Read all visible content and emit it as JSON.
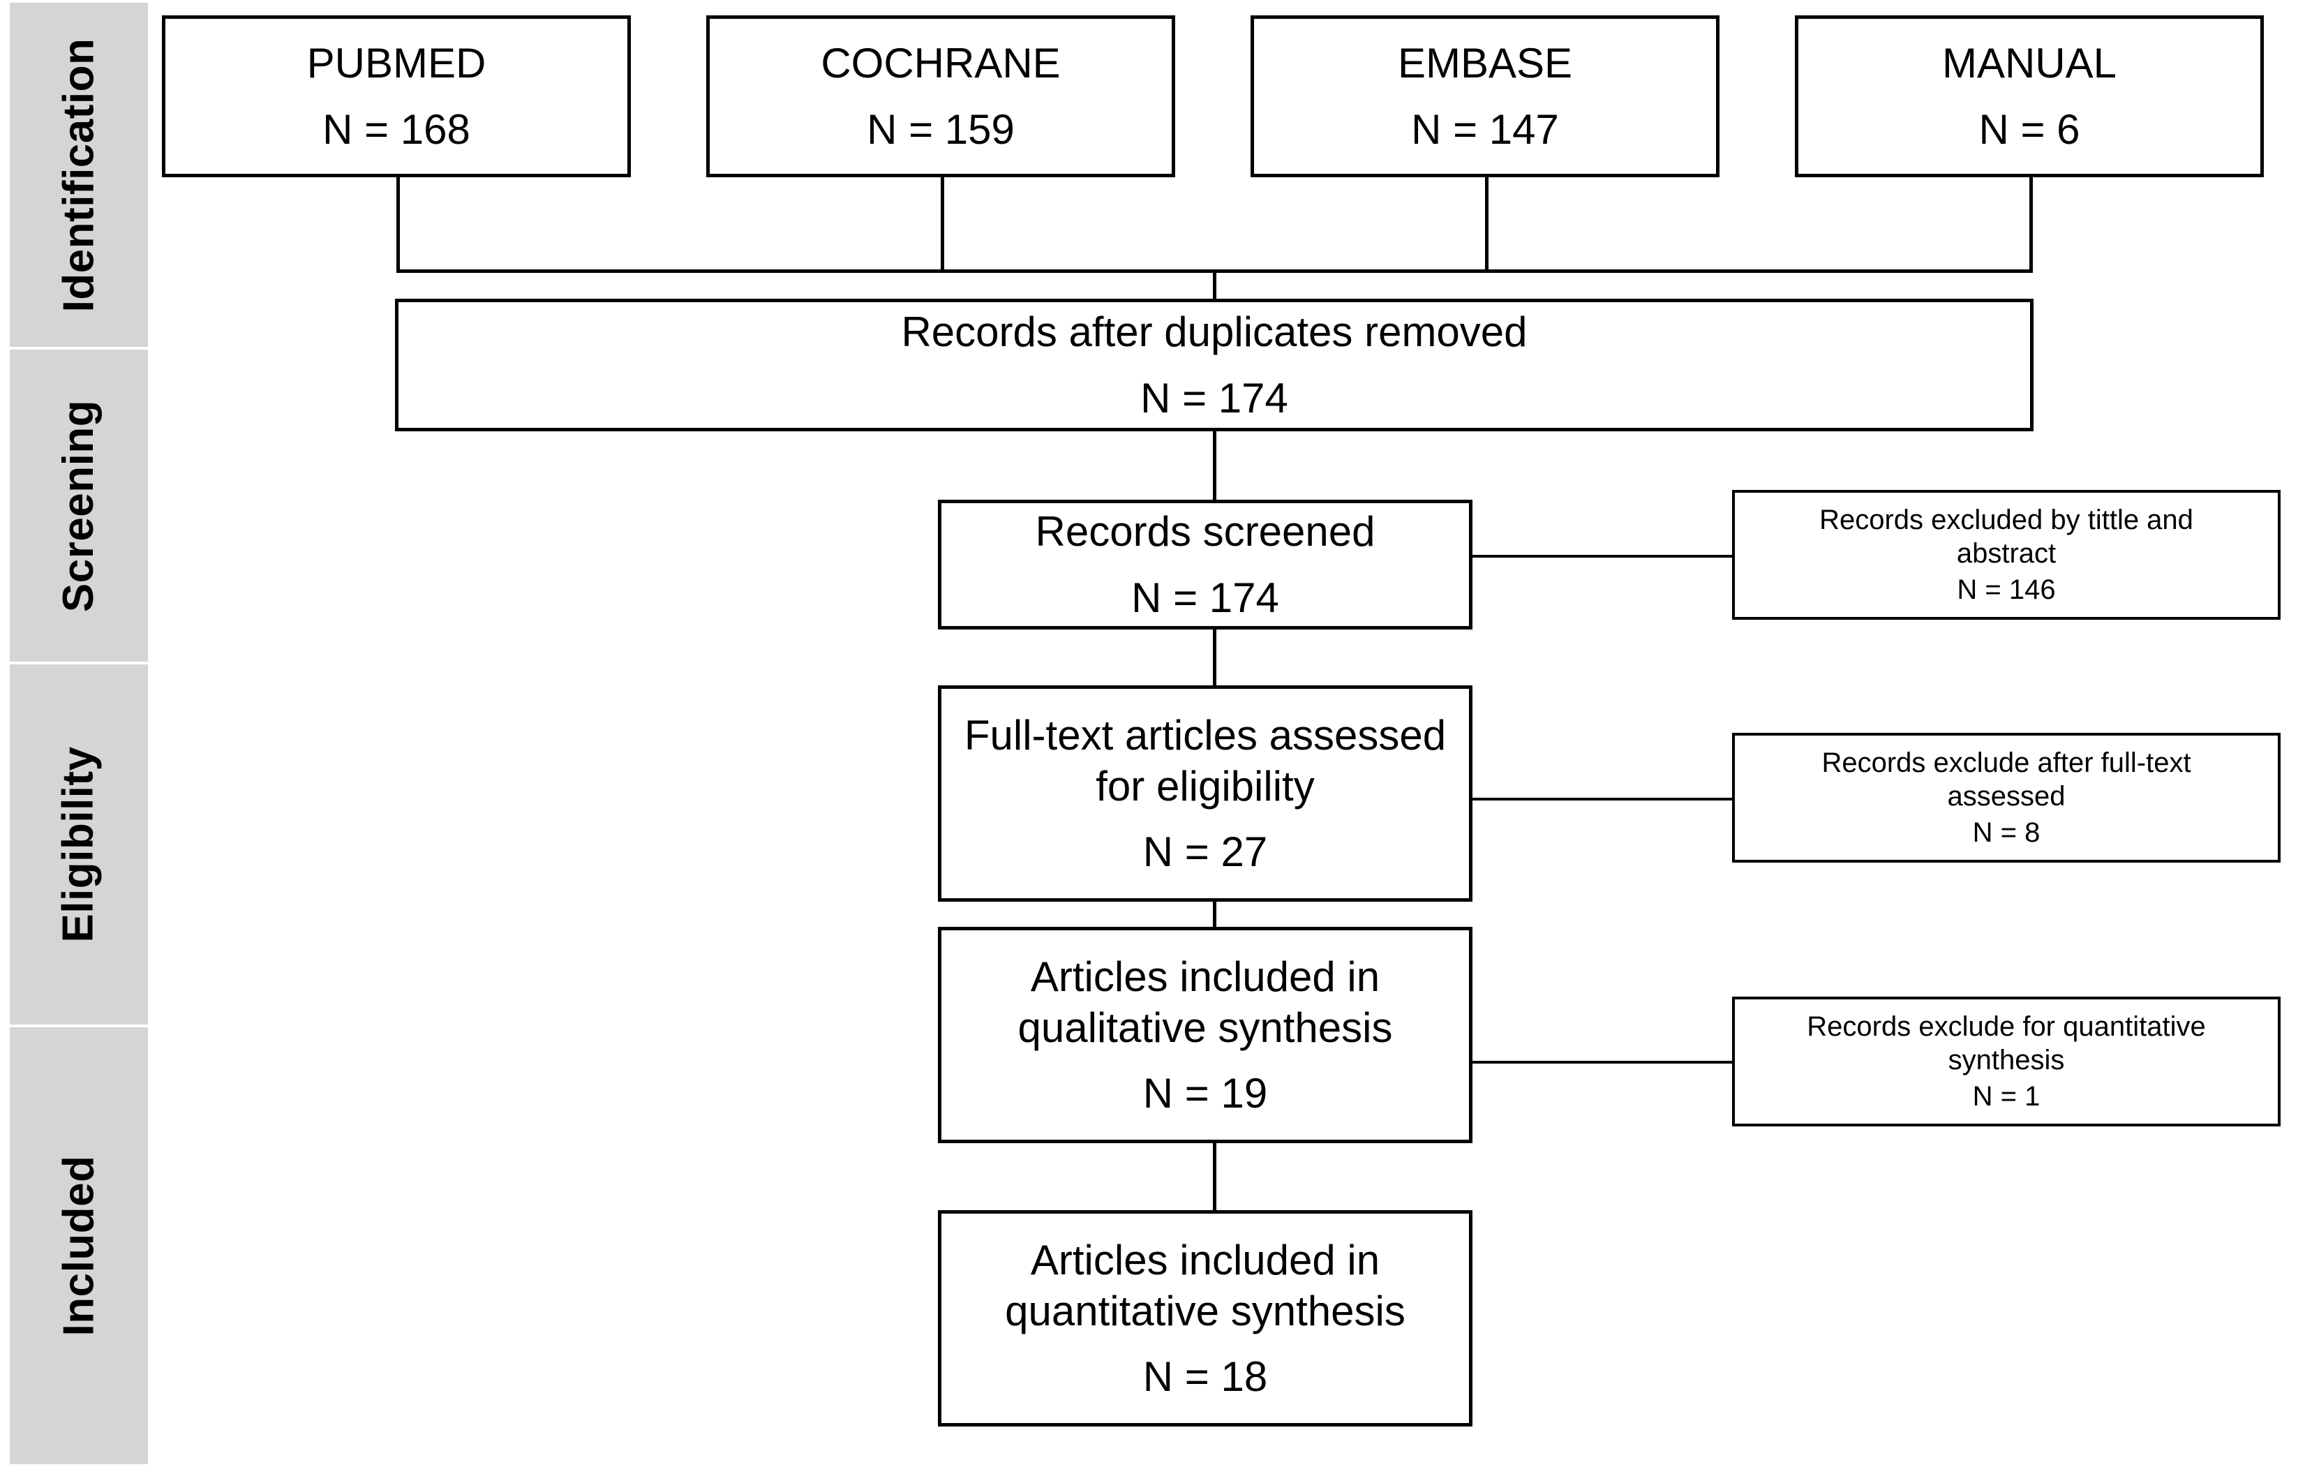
{
  "figure": {
    "type": "prisma-flow-diagram",
    "stage_bg_color": "#d5d5d5",
    "box_border_color": "#000000",
    "background_color": "#ffffff"
  },
  "stages": [
    {
      "id": "identification",
      "label": "Identification"
    },
    {
      "id": "screening",
      "label": "Screening"
    },
    {
      "id": "eligibility",
      "label": "Eligibility"
    },
    {
      "id": "included",
      "label": "Included"
    }
  ],
  "sources": [
    {
      "id": "pubmed",
      "title": "PUBMED",
      "count": "N = 168"
    },
    {
      "id": "cochrane",
      "title": "COCHRANE",
      "count": "N = 159"
    },
    {
      "id": "embase",
      "title": "EMBASE",
      "count": "N = 147"
    },
    {
      "id": "manual",
      "title": "MANUAL",
      "count": "N = 6"
    }
  ],
  "flow": {
    "duplicates_removed": {
      "line1": "Records after duplicates removed",
      "count": "N = 174"
    },
    "records_screened": {
      "line1": "Records screened",
      "count": "N = 174"
    },
    "full_text_assessed": {
      "line1": "Full-text articles assessed",
      "line2": "for eligibility",
      "count": "N = 27"
    },
    "qualitative_synthesis": {
      "line1": "Articles included in",
      "line2": "qualitative synthesis",
      "count": "N = 19"
    },
    "quantitative_synthesis": {
      "line1": "Articles included in",
      "line2": "quantitative synthesis",
      "count": "N = 18"
    }
  },
  "exclusions": [
    {
      "id": "excluded-title-abstract",
      "line1": "Records excluded by tittle and",
      "line2": "abstract",
      "count": "N = 146"
    },
    {
      "id": "excluded-full-text",
      "line1": "Records exclude after full-text",
      "line2": "assessed",
      "count": "N = 8"
    },
    {
      "id": "excluded-quantitative",
      "line1": "Records exclude for quantitative",
      "line2": "synthesis",
      "count": "N = 1"
    }
  ],
  "chart_data": {
    "type": "diagram",
    "title": "PRISMA study selection flow",
    "nodes": [
      {
        "stage": "Identification",
        "label": "PUBMED",
        "n": 168
      },
      {
        "stage": "Identification",
        "label": "COCHRANE",
        "n": 159
      },
      {
        "stage": "Identification",
        "label": "EMBASE",
        "n": 147
      },
      {
        "stage": "Identification",
        "label": "MANUAL",
        "n": 6
      },
      {
        "stage": "Identification",
        "label": "Records after duplicates removed",
        "n": 174
      },
      {
        "stage": "Screening",
        "label": "Records screened",
        "n": 174
      },
      {
        "stage": "Screening",
        "label": "Records excluded by tittle and abstract",
        "n": 146
      },
      {
        "stage": "Eligibility",
        "label": "Full-text articles assessed for eligibility",
        "n": 27
      },
      {
        "stage": "Eligibility",
        "label": "Records exclude after full-text assessed",
        "n": 8
      },
      {
        "stage": "Included",
        "label": "Articles included in qualitative synthesis",
        "n": 19
      },
      {
        "stage": "Included",
        "label": "Records exclude for quantitative synthesis",
        "n": 1
      },
      {
        "stage": "Included",
        "label": "Articles included in quantitative synthesis",
        "n": 18
      }
    ]
  }
}
